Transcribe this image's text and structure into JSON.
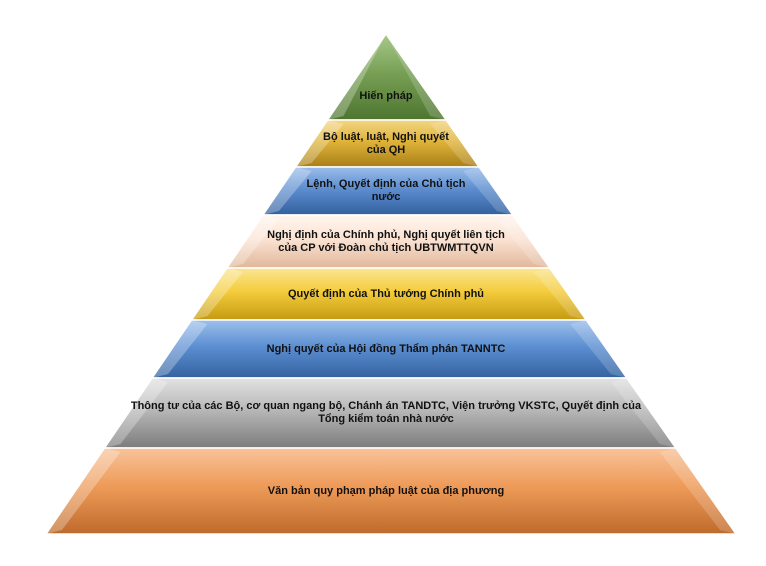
{
  "pyramid": {
    "tiers": [
      {
        "label": "Hiến pháp",
        "color": "#77A055",
        "dark": "#4E7530",
        "light": "#A8C98A"
      },
      {
        "label": "Bộ luật, luật, Nghị quyết của QH",
        "color": "#E0B43A",
        "dark": "#A87F18",
        "light": "#F3D684"
      },
      {
        "label": "Lệnh, Quyết định của Chủ tịch nước",
        "color": "#5D8ED0",
        "dark": "#33609E",
        "light": "#9BBDEB"
      },
      {
        "label": "Nghị định của Chính phủ, Nghị quyết liên tịch của CP với Đoàn chủ tịch UBTWMTTQVN",
        "color": "#FBE3D3",
        "dark": "#E0B79A",
        "light": "#FFF6F0"
      },
      {
        "label": "Quyết định của Thủ tướng Chính phủ",
        "color": "#F4CC3C",
        "dark": "#C59A12",
        "light": "#FBE694"
      },
      {
        "label": "Nghị quyết của Hội đồng Thẩm phán TANNTC",
        "color": "#5C8FD2",
        "dark": "#34629F",
        "light": "#9DC0EC"
      },
      {
        "label": "Thông tư của các Bộ, cơ quan ngang bộ, Chánh án TANDTC, Viện trưởng VKSTC, Quyết định của Tổng kiểm toán nhà nước",
        "color": "#B8B8B8",
        "dark": "#7C7C7C",
        "light": "#E2E2E2"
      },
      {
        "label": "Văn bản quy phạm pháp luật của địa phương",
        "color": "#EE9A58",
        "dark": "#BE6A2C",
        "light": "#F8C39A"
      }
    ]
  }
}
